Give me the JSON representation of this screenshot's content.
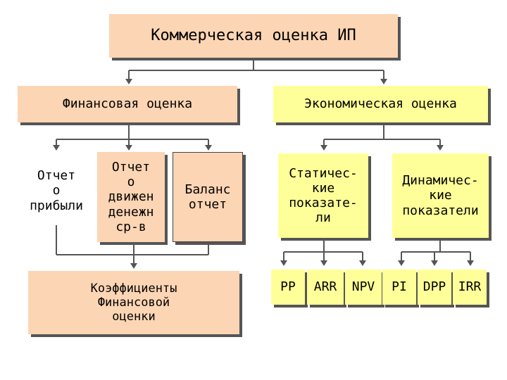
{
  "root": {
    "title": "Коммерческая оценка ИП"
  },
  "financial": {
    "title": "Финансовая оценка",
    "profit_report": "Отчет\nо\nприбыли",
    "cashflow_report": "Отчет\nо\nдвижен\nденежн\nср-в",
    "balance_report": "Баланс\nотчет",
    "coefficients": "Коэффициенты\nФинансовой\nоценки"
  },
  "economic": {
    "title": "Экономическая оценка",
    "static": "Статичес-\nкие\nпоказате-\nли",
    "dynamic": "Динамичес-\nкие\nпоказатели",
    "static_indicators": [
      "PP",
      "ARR",
      "NPV"
    ],
    "dynamic_indicators": [
      "PI",
      "DPP",
      "IRR"
    ]
  },
  "colors": {
    "financial_fill": "#fcd5b4",
    "economic_fill": "#ffff99",
    "lines": "#555555"
  }
}
